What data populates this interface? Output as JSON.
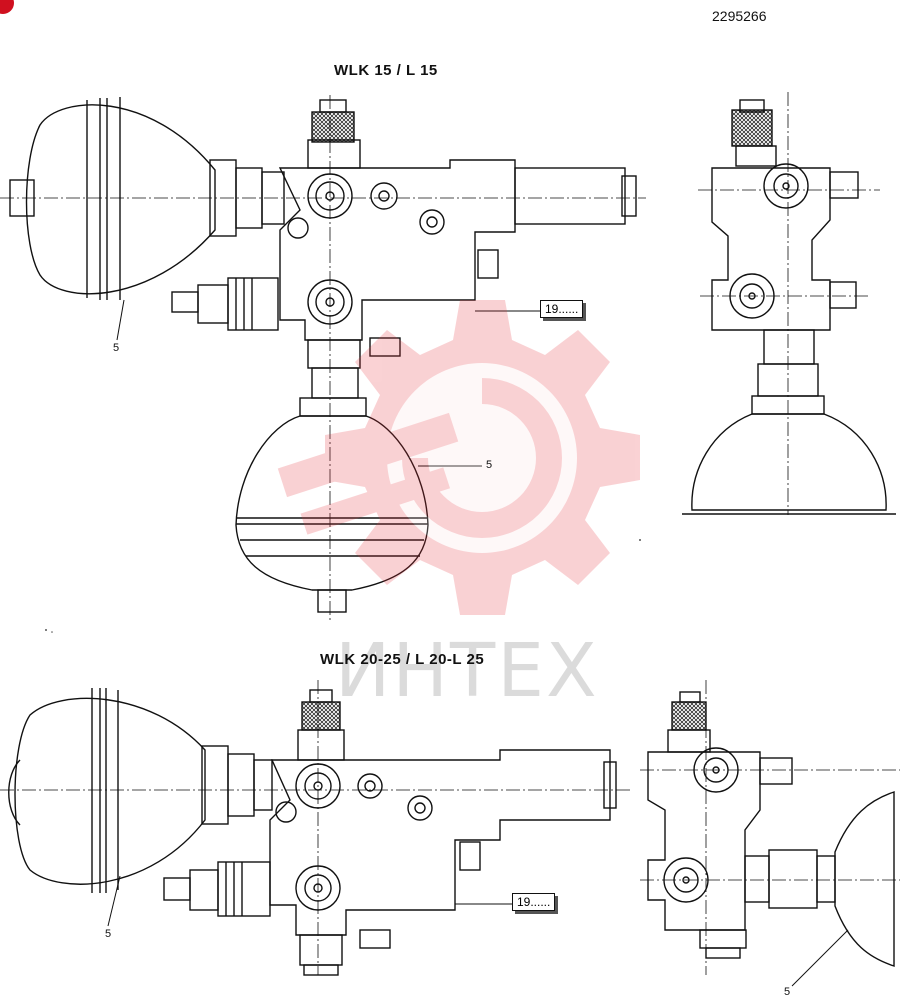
{
  "document_number": "2295266",
  "watermark": {
    "text": "ИНТЕХ",
    "color": "#e8323c",
    "icon": "gear-wrench-logo-icon"
  },
  "views": [
    {
      "title": "WLK 15 / L 15",
      "callouts": [
        {
          "text": "5"
        },
        {
          "text": "5"
        }
      ],
      "reference_box": "19......"
    },
    {
      "title": "WLK 20-25 / L 20-L 25",
      "callouts": [
        {
          "text": "5"
        },
        {
          "text": "5"
        }
      ],
      "reference_box": "19......"
    }
  ]
}
